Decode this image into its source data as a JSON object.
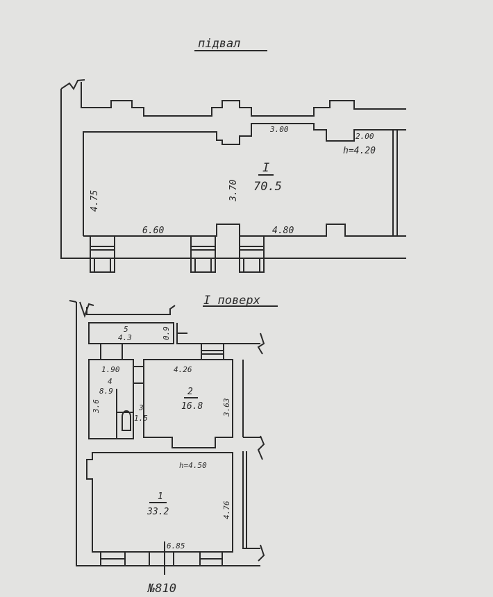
{
  "basement": {
    "title": "підвал",
    "room": {
      "number": "I",
      "area": "70.5"
    },
    "dims": {
      "top_mid": "3.00",
      "top_right": "2.00",
      "height": "h=4.20",
      "left": "4.75",
      "mid_vertical": "3.70",
      "bottom_left": "6.60",
      "bottom_right": "4.80"
    }
  },
  "first_floor": {
    "title": "I поверх",
    "height": "h=4.50",
    "rooms": [
      {
        "number": "1",
        "area": "33.2",
        "dim_right": "4.76",
        "dim_bottom": "6.85"
      },
      {
        "number": "2",
        "area": "16.8",
        "dim_top": "4.26",
        "dim_right": "3.63"
      },
      {
        "number": "3",
        "area": "1.5"
      },
      {
        "number": "4",
        "area": "8.9",
        "dim_top": "1.90",
        "dim_left": "3.6"
      },
      {
        "number": "5",
        "area": "4.3",
        "dim_right": "0.9"
      }
    ],
    "building_number": "№810"
  }
}
